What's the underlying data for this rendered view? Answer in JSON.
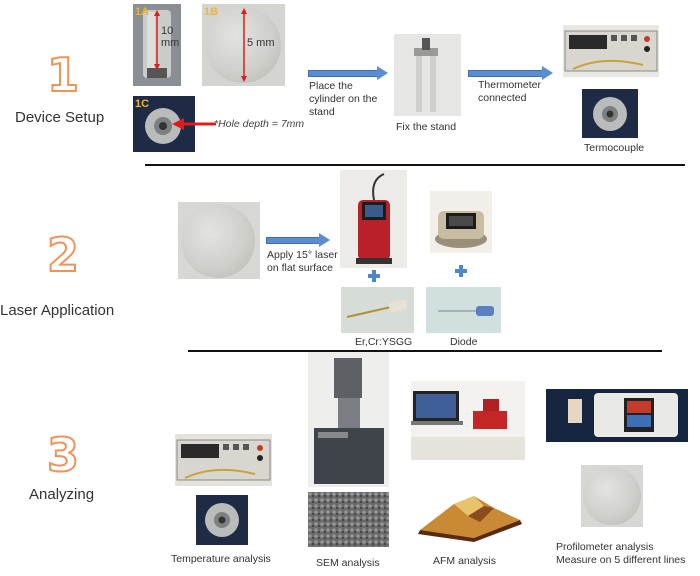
{
  "steps": [
    {
      "number": "1",
      "title": "Device Setup"
    },
    {
      "number": "2",
      "title": "Laser Application"
    },
    {
      "number": "3",
      "title": "Analyzing"
    }
  ],
  "setup": {
    "tag_1a": "1A",
    "tag_1b": "1B",
    "tag_1c": "1C",
    "dim_1a": "10\nmm",
    "dim_1b": "5 mm",
    "hole_note": "*Hole depth = 7mm",
    "place_label": "Place the\ncylinder on the\nstand",
    "fix_label": "Fix the stand",
    "thermo_label": "Thermometer\nconnected",
    "thermocouple_label": "Termocouple"
  },
  "laser": {
    "apply_label": "Apply 15° laser\non flat surface",
    "ercr_label": "Er,Cr:YSGG",
    "diode_label": "Diode"
  },
  "analysis": {
    "temperature_label": "Temperature analysis",
    "sem_label": "SEM analysis",
    "afm_label": "AFM analysis",
    "profilometer_label": "Profilometer analysis\nMeasure on 5 different lines"
  },
  "colors": {
    "step_number": "#f0925c",
    "arrow": "#5b8ed0",
    "plus": "#4d86c9",
    "tag": "#f2b233",
    "hole_arrow": "#e01b1b"
  }
}
